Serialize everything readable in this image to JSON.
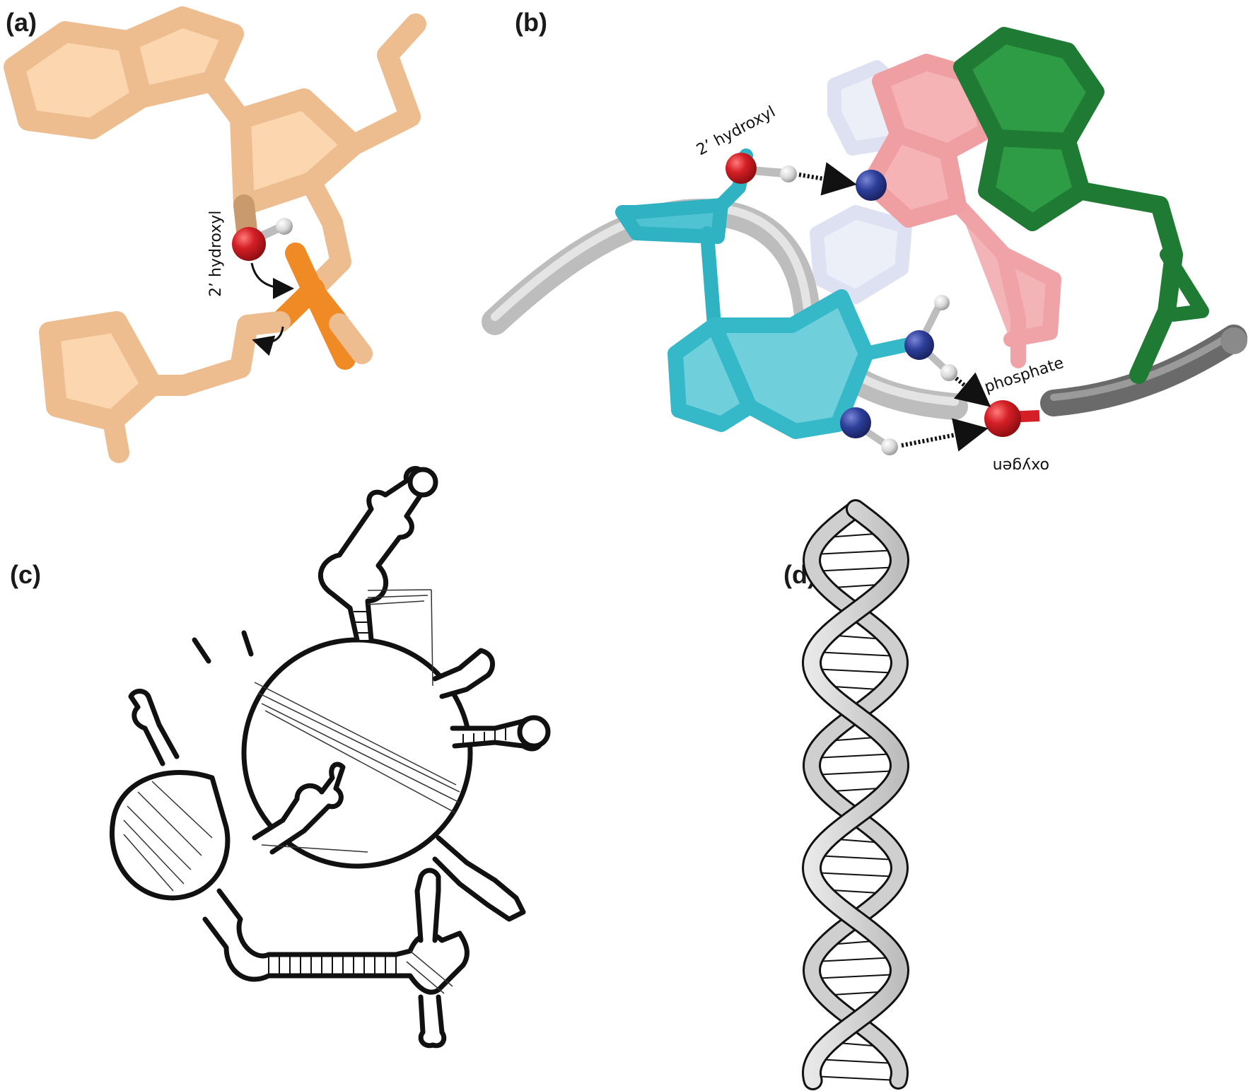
{
  "panels": {
    "a": {
      "label": "(a)",
      "annotation": "2’ hydroxyl"
    },
    "b": {
      "label": "(b)",
      "annotation_hydroxyl": "2’ hydroxyl",
      "annotation_phosphate_1": "phosphate",
      "annotation_phosphate_2": "oxygen"
    },
    "c": {
      "label": "(c)"
    },
    "d": {
      "label": "(d)"
    }
  },
  "colors": {
    "tan": "#f8cda0",
    "tan_stroke": "#e4b686",
    "phosphorus": "#f08a24",
    "oxygen": "#d41f26",
    "hydrogen": "#d8d8d8",
    "nitrogen": "#2c3e9a",
    "cyan": "#5fcbd8",
    "cyan_stroke": "#32b6c6",
    "pink": "#f4aeb0",
    "pink_stroke": "#eb9a9d",
    "green": "#2e9b45",
    "green_stroke": "#1f7a33",
    "lavender": "#dfe2f3",
    "backbone": "#c7c7c7",
    "backbone_dark": "#6e6e6e",
    "ink": "#111111"
  }
}
